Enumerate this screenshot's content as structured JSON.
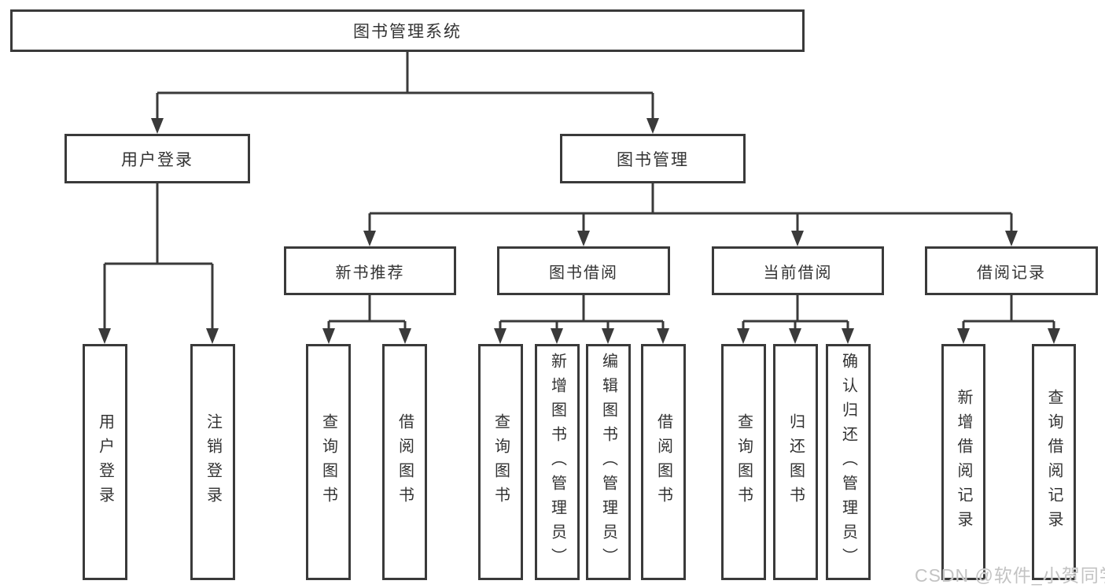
{
  "tree": {
    "root": {
      "label": "图书管理系统"
    },
    "branches": [
      {
        "label": "用户登录",
        "children": [
          {
            "label": "用户登录"
          },
          {
            "label": "注销登录"
          }
        ]
      },
      {
        "label": "图书管理",
        "children": [
          {
            "label": "新书推荐",
            "children": [
              {
                "label": "查询图书"
              },
              {
                "label": "借阅图书"
              }
            ]
          },
          {
            "label": "图书借阅",
            "children": [
              {
                "label": "查询图书"
              },
              {
                "label": "新增图书（管理员）"
              },
              {
                "label": "编辑图书（管理员）"
              },
              {
                "label": "借阅图书"
              }
            ]
          },
          {
            "label": "当前借阅",
            "children": [
              {
                "label": "查询图书"
              },
              {
                "label": "归还图书"
              },
              {
                "label": "确认归还（管理员）"
              }
            ]
          },
          {
            "label": "借阅记录",
            "children": [
              {
                "label": "新增借阅记录"
              },
              {
                "label": "查询借阅记录"
              }
            ]
          }
        ]
      }
    ]
  },
  "watermark": {
    "text": "CSDN @软件_小贺同学"
  },
  "colors": {
    "line": "#3a3a3a",
    "box_border": "#3a3a3a",
    "text": "#333333",
    "background": "#ffffff",
    "watermark": "#c3c3c3"
  }
}
